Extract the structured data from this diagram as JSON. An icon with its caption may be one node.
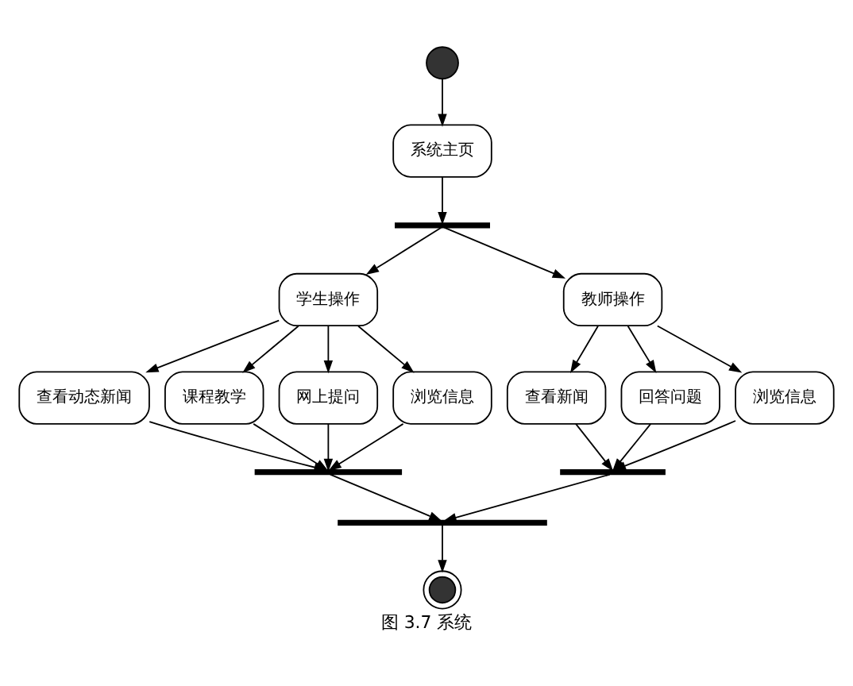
{
  "diagram": {
    "caption": "图 3.7 系统",
    "nodes": [
      {
        "text": [],
        "shape": "circle"
      },
      {
        "text": [
          "系统主页"
        ]
      },
      {
        "text": [],
        "shape": "bar"
      },
      {
        "text": [
          "学生操作"
        ]
      },
      {
        "text": [
          "教师操作"
        ]
      },
      {
        "text": [
          "查看动态新闻"
        ]
      },
      {
        "text": [
          "课程教学"
        ]
      },
      {
        "text": [
          "网上提问"
        ]
      },
      {
        "text": [
          "浏览信息"
        ]
      },
      {
        "text": [
          "查看新闻"
        ]
      },
      {
        "text": [
          "回答问题"
        ]
      },
      {
        "text": [
          "浏览信息"
        ]
      },
      {
        "text": [],
        "shape": "bar"
      },
      {
        "text": [],
        "shape": "bar"
      },
      {
        "text": [],
        "shape": "bar"
      },
      {
        "text": [],
        "shape": "circle"
      }
    ],
    "edges": [
      {
        "from": 0,
        "to": 1,
        "arrow": "to"
      },
      {
        "from": 1,
        "to": 2,
        "arrow": "to"
      },
      {
        "from": 2,
        "to": 3,
        "arrow": "to"
      },
      {
        "from": 2,
        "to": 4,
        "arrow": "to"
      },
      {
        "from": 3,
        "to": 5,
        "arrow": "to"
      },
      {
        "from": 3,
        "to": 6,
        "arrow": "to"
      },
      {
        "from": 3,
        "to": 7,
        "arrow": "to"
      },
      {
        "from": 3,
        "to": 8,
        "arrow": "to"
      },
      {
        "from": 4,
        "to": 9,
        "arrow": "to"
      },
      {
        "from": 4,
        "to": 10,
        "arrow": "to"
      },
      {
        "from": 4,
        "to": 11,
        "arrow": "to"
      },
      {
        "from": 5,
        "to": 12,
        "arrow": "to"
      },
      {
        "from": 6,
        "to": 12,
        "arrow": "to"
      },
      {
        "from": 7,
        "to": 12,
        "arrow": "to"
      },
      {
        "from": 8,
        "to": 12,
        "arrow": "to"
      },
      {
        "from": 9,
        "to": 13,
        "arrow": "to"
      },
      {
        "from": 10,
        "to": 13,
        "arrow": "to"
      },
      {
        "from": 11,
        "to": 13,
        "arrow": "to"
      },
      {
        "from": 12,
        "to": 14,
        "arrow": "to"
      },
      {
        "from": 13,
        "to": 14,
        "arrow": "to"
      },
      {
        "from": 14,
        "to": 15,
        "arrow": "to"
      }
    ]
  }
}
